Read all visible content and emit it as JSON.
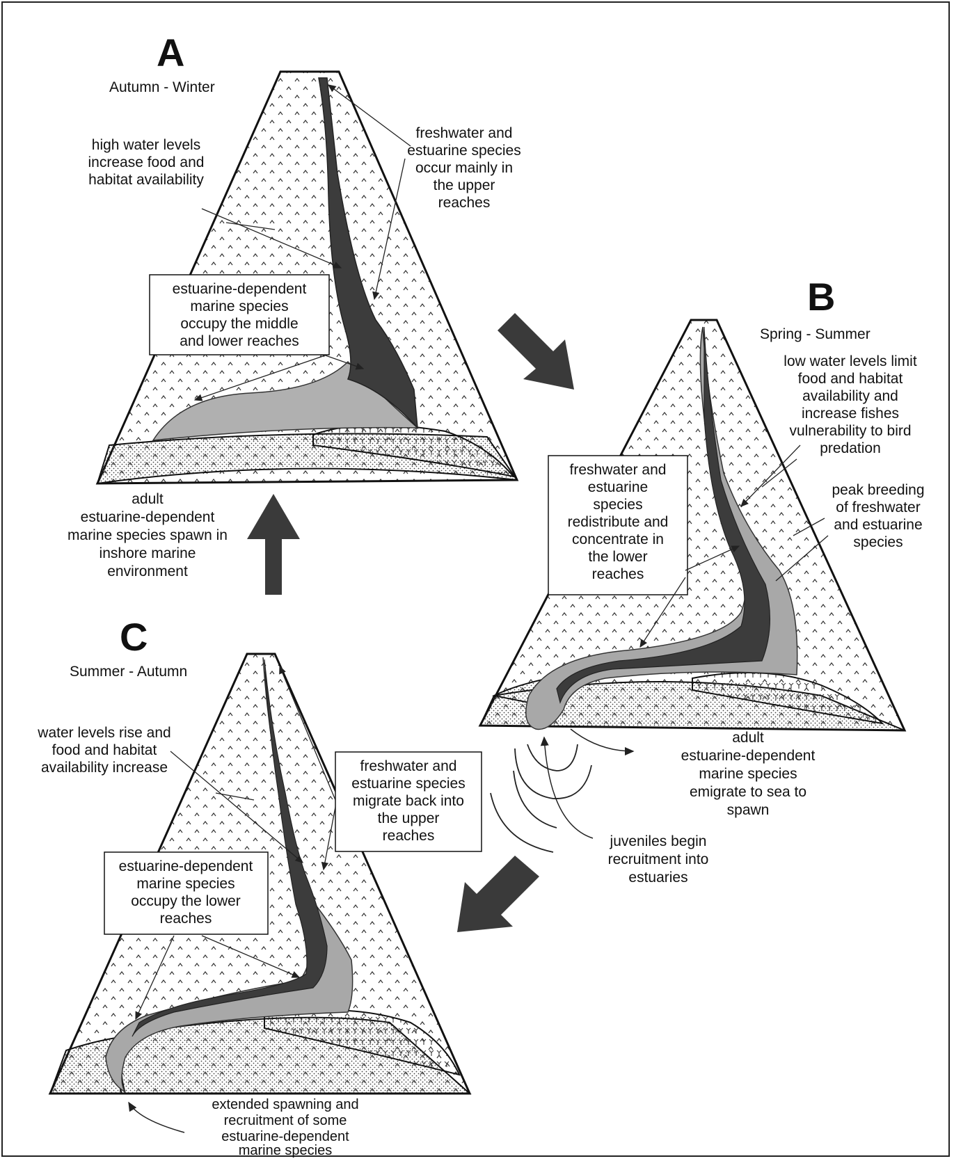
{
  "panels": {
    "A": {
      "letter": "A",
      "season": "Autumn - Winter",
      "high_water": [
        "high water levels",
        "increase food and",
        "habitat availability"
      ],
      "fresh_upper": [
        "freshwater and",
        "estuarine species",
        "occur mainly in",
        "the upper",
        "reaches"
      ],
      "box": [
        "estuarine-dependent",
        "marine species",
        "occupy the middle",
        "and lower reaches"
      ]
    },
    "B": {
      "letter": "B",
      "season": "Spring - Summer",
      "low_water": [
        "low water levels limit",
        "food and habitat",
        "availability and",
        "increase fishes",
        "vulnerability to bird",
        "predation"
      ],
      "peak": [
        "peak breeding",
        "of freshwater",
        "and estuarine",
        "species"
      ],
      "box": [
        "freshwater and",
        "estuarine",
        "species",
        "redistribute and",
        "concentrate in",
        "the lower",
        "reaches"
      ],
      "emigrate": [
        "adult",
        "estuarine-dependent",
        "marine species",
        "emigrate to sea to",
        "spawn"
      ],
      "juveniles": [
        "juveniles begin",
        "recruitment into",
        "estuaries"
      ]
    },
    "C": {
      "letter": "C",
      "season": "Summer - Autumn",
      "rise": [
        "water levels rise and",
        "food and habitat",
        "availability increase"
      ],
      "migrate_box": [
        "freshwater and",
        "estuarine species",
        "migrate back into",
        "the upper",
        "reaches"
      ],
      "box": [
        "estuarine-dependent",
        "marine species",
        "occupy the lower",
        "reaches"
      ],
      "extended": [
        "extended spawning and",
        "recruitment of some",
        "estuarine-dependent",
        "marine species"
      ]
    },
    "spawn_text": [
      "adult",
      "estuarine-dependent",
      "marine species spawn in",
      "inshore marine",
      "environment"
    ]
  },
  "colors": {
    "dark_channel": "#3c3c3c",
    "mid_channel": "#8a8a8a",
    "light_channel": "#b8b8b8",
    "arrow": "#3a3a3a"
  }
}
